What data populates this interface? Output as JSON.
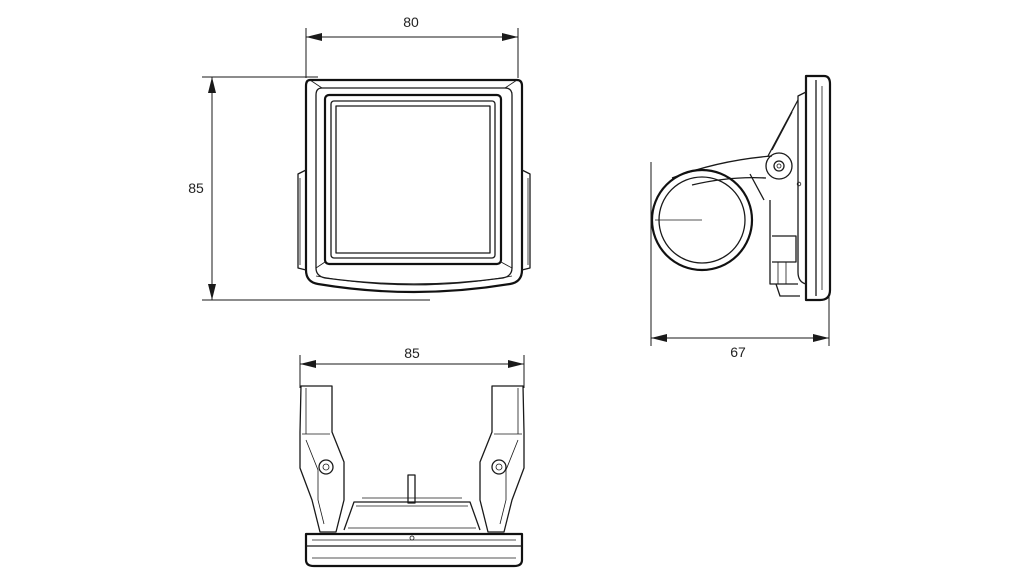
{
  "dimensions": {
    "front_width": "80",
    "front_height": "85",
    "side_depth": "67",
    "bottom_width": "85"
  }
}
